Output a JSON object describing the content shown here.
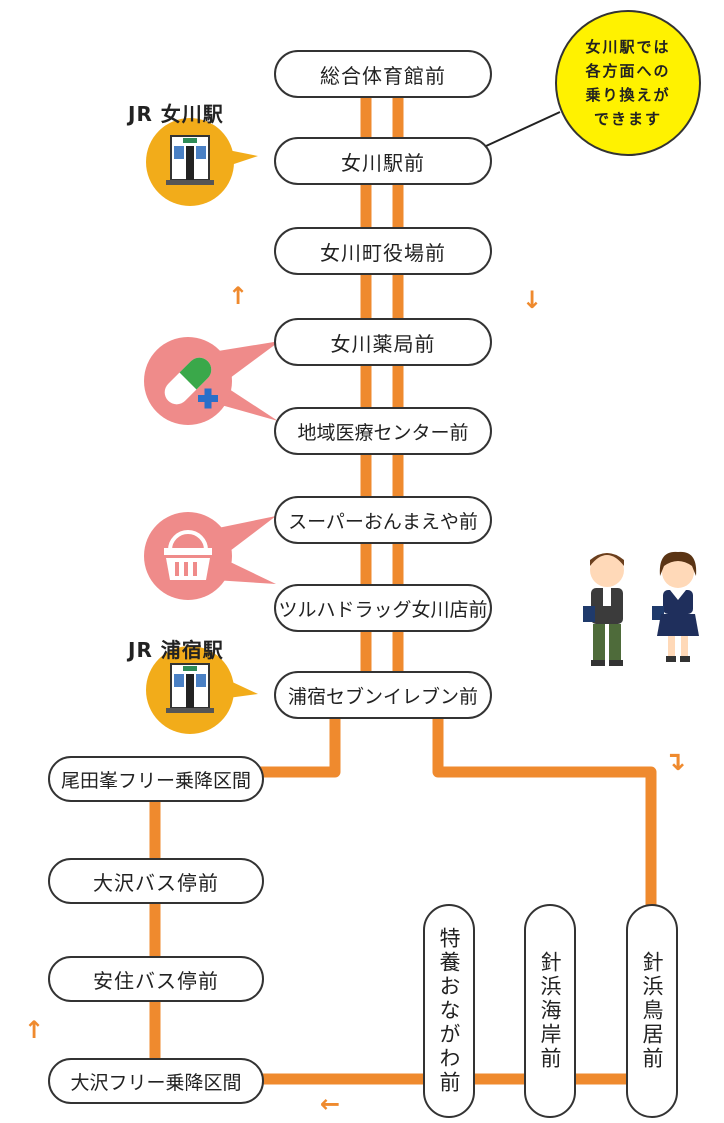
{
  "stations": [
    {
      "id": "onagawa",
      "label": "JR 女川駅"
    },
    {
      "id": "urashuku",
      "label": "JR 浦宿駅"
    }
  ],
  "transfer_note": "女川駅では\n各方面への\n乗り換えが\nできます",
  "stops_main": [
    "総合体育館前",
    "女川駅前",
    "女川町役場前",
    "女川薬局前",
    "地域医療センター前",
    "スーパーおんまえや前",
    "ツルハドラッグ女川店前",
    "浦宿セブンイレブン前"
  ],
  "stops_left": [
    "尾田峯フリー乗降区間",
    "大沢バス停前",
    "安住バス停前",
    "大沢フリー乗降区間"
  ],
  "stops_right": [
    "針浜鳥居前",
    "針浜海岸前",
    "特養おながわ前"
  ],
  "arrows": {
    "up": "↑",
    "down": "↓",
    "left": "←",
    "turn": "↴"
  },
  "icons": [
    "train-icon",
    "pill-icon",
    "shopping-basket-icon",
    "students-icon"
  ],
  "colors": {
    "route": "#ef8a2e",
    "station_circle": "#f2ac1a",
    "pink": "#ef8b8a",
    "note_bg": "#fff200"
  }
}
